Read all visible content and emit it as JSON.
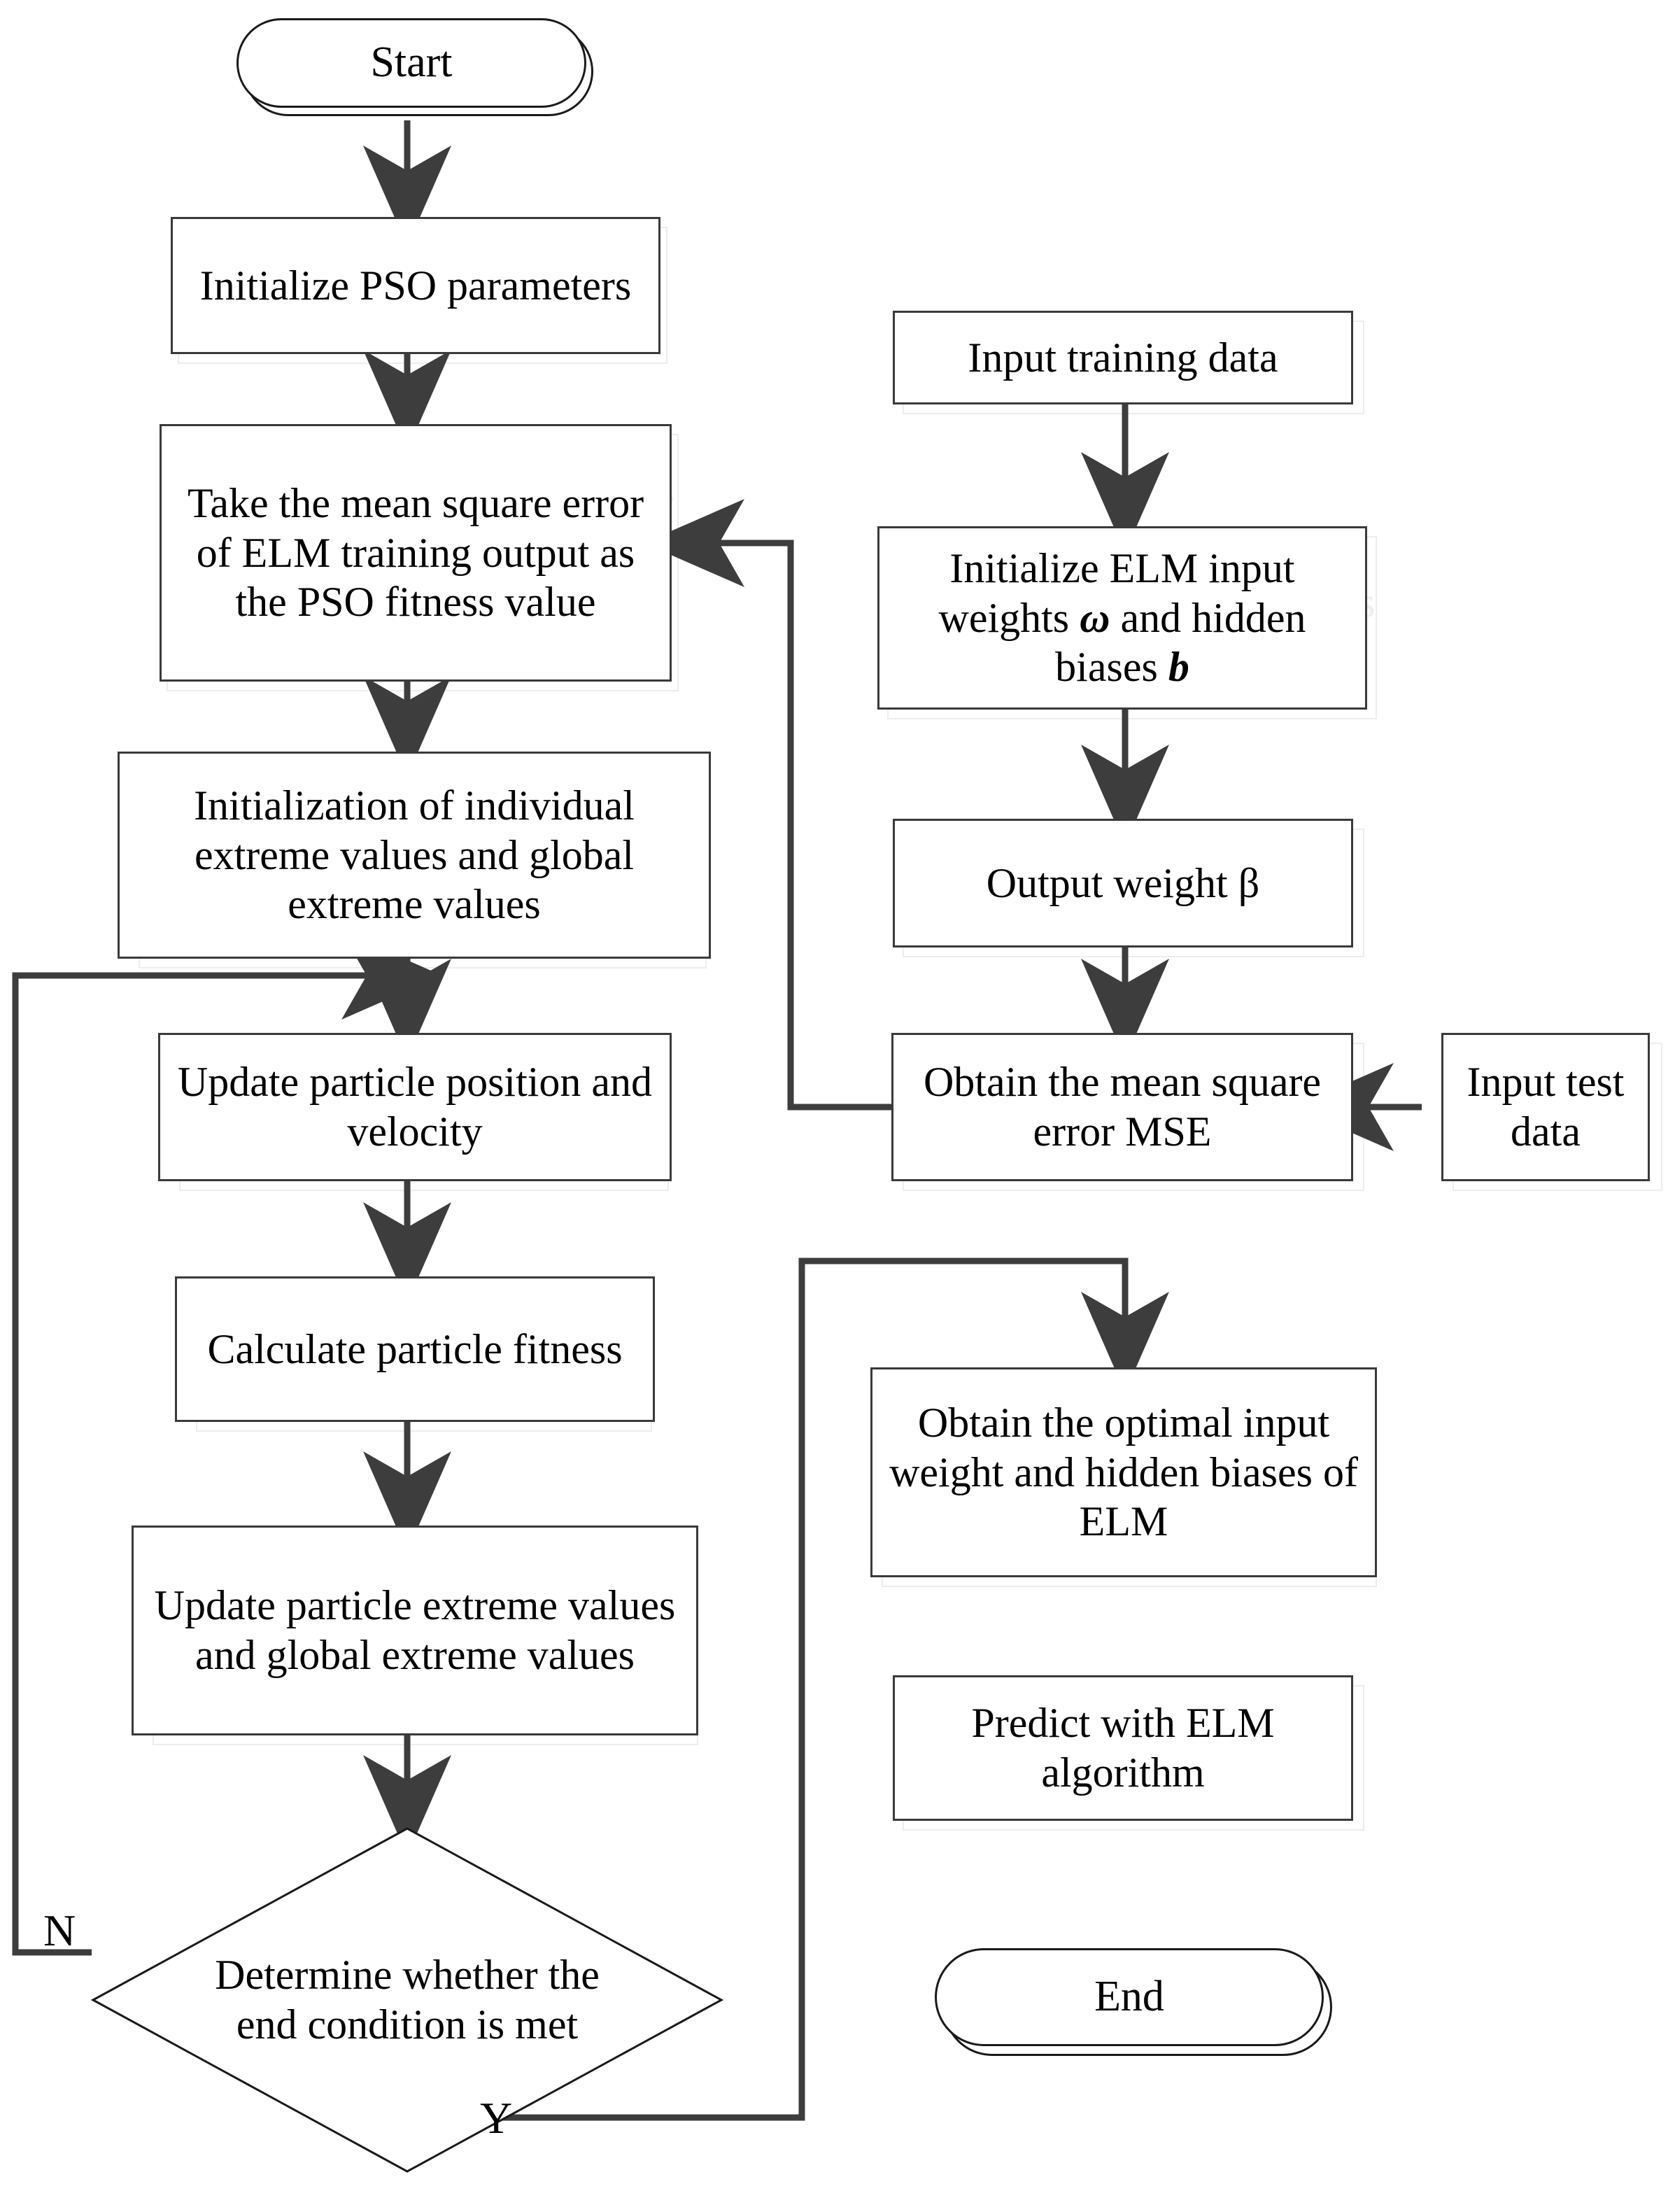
{
  "diagram": {
    "title": "PSO-ELM algorithm flowchart",
    "colors": {
      "node_stroke": "#3a3a3a",
      "terminal_stroke": "#1a1a1a",
      "wire": "#3d3d3d",
      "ghost": "#ededed",
      "background": "#ffffff",
      "text": "#000000"
    },
    "nodes": {
      "start": {
        "label": "Start",
        "shape": "terminator"
      },
      "init_pso": {
        "label": "Initialize PSO parameters",
        "shape": "process"
      },
      "fitness_def": {
        "label": "Take the mean square error of ELM training output as the PSO fitness value",
        "shape": "process"
      },
      "init_extremes": {
        "label": "Initialization of individual extreme values and global extreme values",
        "shape": "process"
      },
      "update_pos": {
        "label": "Update particle position and velocity",
        "shape": "process"
      },
      "calc_fitness": {
        "label": "Calculate particle fitness",
        "shape": "process"
      },
      "update_extremes": {
        "label": "Update particle extreme values  and global extreme values",
        "shape": "process"
      },
      "decision": {
        "label": "Determine whether the end condition is met",
        "shape": "decision"
      },
      "input_train": {
        "label": "Input training data",
        "shape": "process"
      },
      "init_elm": {
        "label_pre": "Initialize ELM input weights ",
        "symbol_w": "ω",
        "label_mid": " and hidden biases ",
        "symbol_b": "b",
        "label_post": "",
        "shape": "process"
      },
      "output_weight": {
        "label": "Output weight β",
        "shape": "process"
      },
      "obtain_mse": {
        "label": "Obtain the mean square error MSE",
        "shape": "process"
      },
      "input_test": {
        "label": "Input test data",
        "shape": "process"
      },
      "obtain_optimal": {
        "label": "Obtain the optimal input weight and hidden biases of ELM",
        "shape": "process"
      },
      "predict": {
        "label": "Predict with ELM algorithm",
        "shape": "process"
      },
      "end": {
        "label": "End",
        "shape": "terminator"
      }
    },
    "branch_labels": {
      "no": "N",
      "yes": "Y"
    },
    "edges": [
      {
        "from": "start",
        "to": "init_pso",
        "label": ""
      },
      {
        "from": "init_pso",
        "to": "fitness_def",
        "label": ""
      },
      {
        "from": "fitness_def",
        "to": "init_extremes",
        "label": ""
      },
      {
        "from": "init_extremes",
        "to": "update_pos",
        "label": ""
      },
      {
        "from": "update_pos",
        "to": "calc_fitness",
        "label": ""
      },
      {
        "from": "calc_fitness",
        "to": "update_extremes",
        "label": ""
      },
      {
        "from": "update_extremes",
        "to": "decision",
        "label": ""
      },
      {
        "from": "decision",
        "to": "update_pos",
        "label": "N"
      },
      {
        "from": "decision",
        "to": "obtain_optimal",
        "label": "Y"
      },
      {
        "from": "input_train",
        "to": "init_elm",
        "label": ""
      },
      {
        "from": "init_elm",
        "to": "output_weight",
        "label": ""
      },
      {
        "from": "output_weight",
        "to": "obtain_mse",
        "label": ""
      },
      {
        "from": "input_test",
        "to": "obtain_mse",
        "label": ""
      },
      {
        "from": "obtain_mse",
        "to": "fitness_def",
        "label": ""
      },
      {
        "from": "obtain_optimal",
        "to": "predict",
        "label": ""
      },
      {
        "from": "predict",
        "to": "end",
        "label": ""
      }
    ]
  }
}
